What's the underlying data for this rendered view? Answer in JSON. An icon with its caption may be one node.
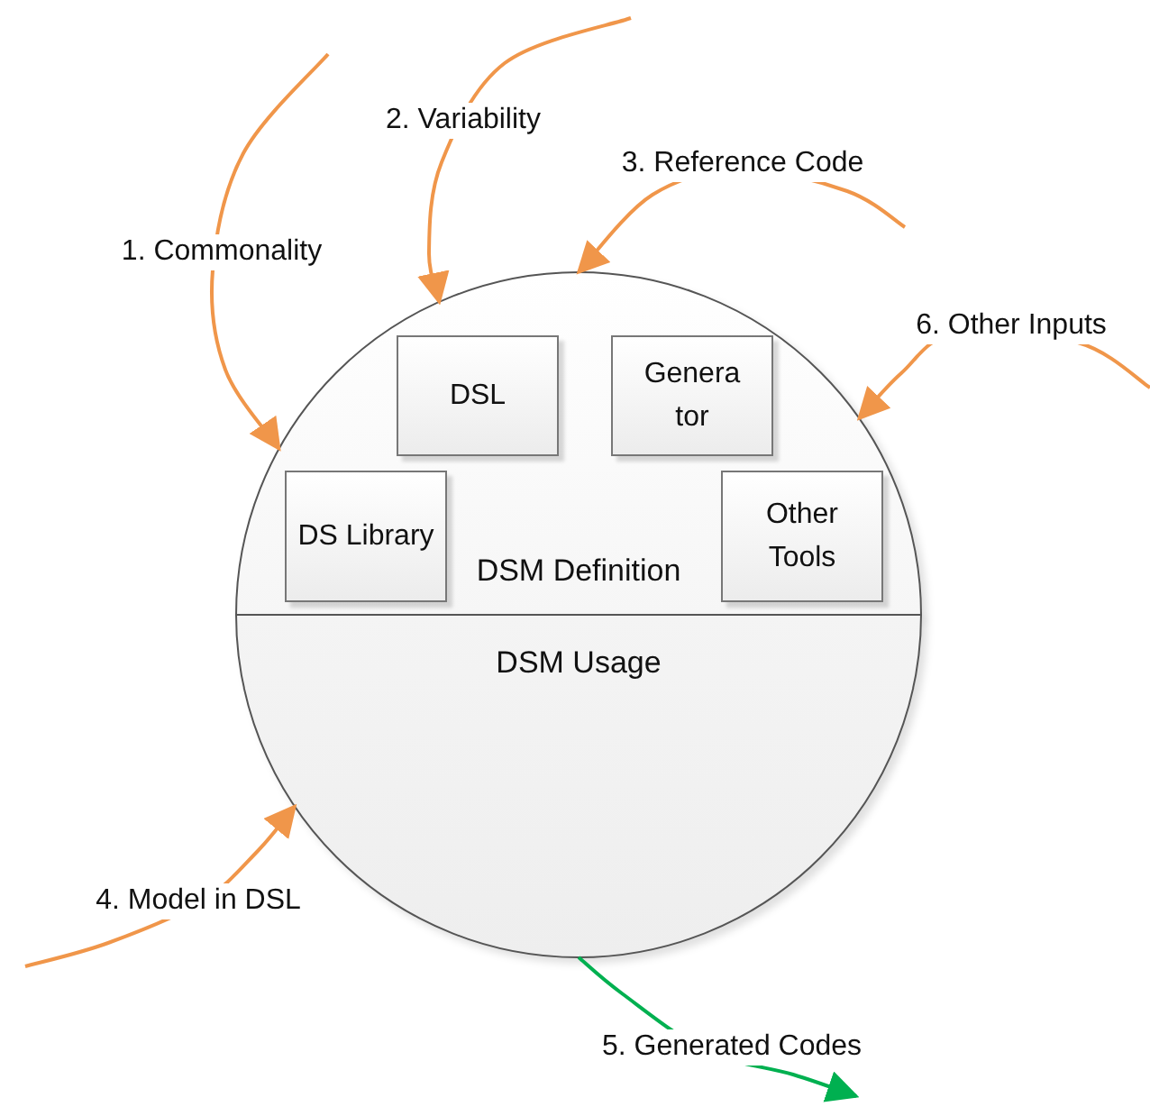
{
  "diagram": {
    "nodes": [
      {
        "text": [
          "DSM Definition"
        ]
      },
      {
        "text": [
          "DSL"
        ],
        "in": 0
      },
      {
        "text": [
          "Genera tor"
        ],
        "in": 0
      },
      {
        "text": [
          "DS Library"
        ],
        "in": 0
      },
      {
        "text": [
          "Other Tools"
        ],
        "in": 0
      },
      {
        "text": [
          "DSM Usage"
        ]
      }
    ],
    "edges": [
      {
        "from": null,
        "to": 0,
        "arrow": "to",
        "label": "1. Commonality"
      },
      {
        "from": null,
        "to": 0,
        "arrow": "to",
        "label": "2. Variability"
      },
      {
        "from": null,
        "to": 0,
        "arrow": "to",
        "label": "3. Reference Code"
      },
      {
        "from": null,
        "to": 5,
        "arrow": "to",
        "label": "4. Model in DSL"
      },
      {
        "from": 5,
        "to": null,
        "arrow": "to",
        "label": "5. Generated Codes",
        "color": "#00b050"
      },
      {
        "from": null,
        "to": 0,
        "arrow": "to",
        "label": "6. Other Inputs"
      }
    ]
  }
}
